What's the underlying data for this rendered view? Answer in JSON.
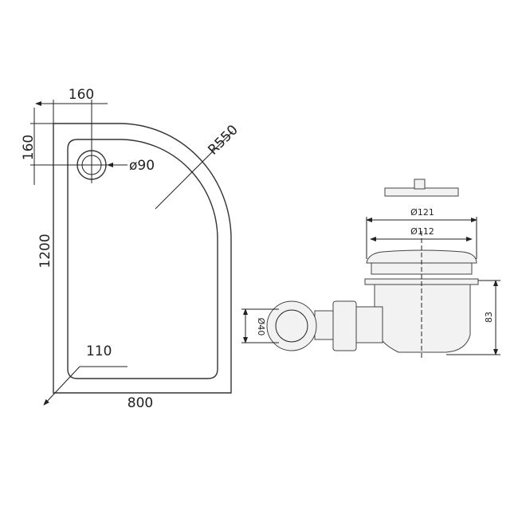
{
  "tray": {
    "width_label": "800",
    "length_label": "1200",
    "offset_x_label": "160",
    "offset_y_label": "160",
    "radius_label": "R550",
    "waste_hole_label": "ø90",
    "corner_label": "110"
  },
  "waste": {
    "outer_diameter_label": "Ø121",
    "inner_diameter_label": "Ø112",
    "height_label": "83",
    "outlet_label": "Ø40"
  }
}
